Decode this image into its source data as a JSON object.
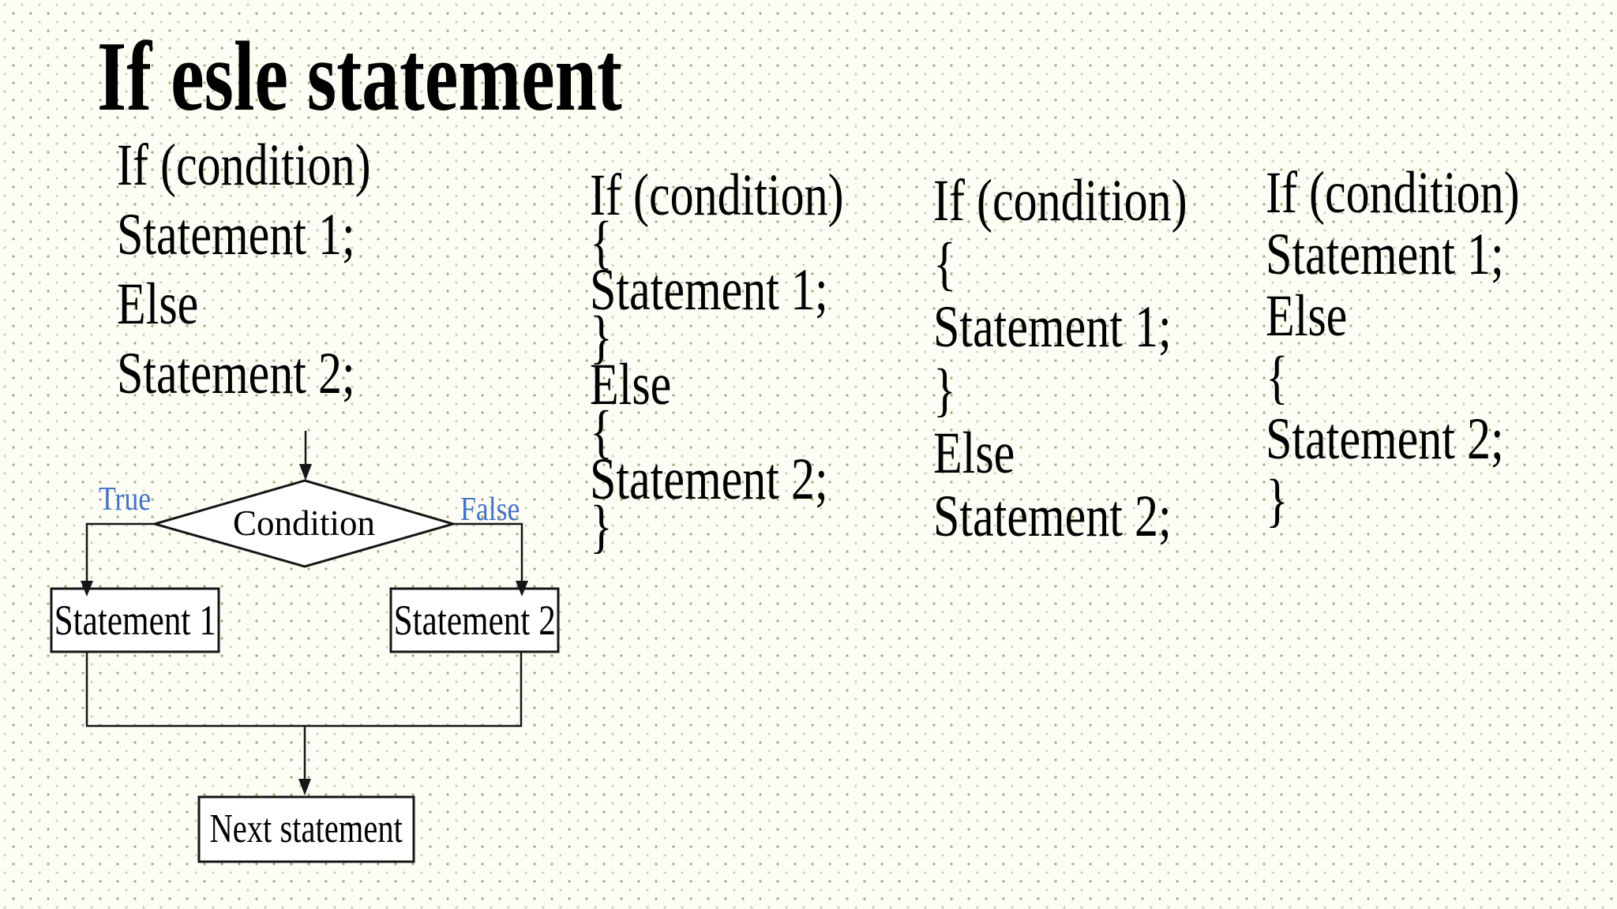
{
  "slide": {
    "title": "If esle statement"
  },
  "code_columns": [
    {
      "lines": [
        "If (condition)",
        "Statement 1;",
        "Else",
        "Statement 2;"
      ]
    },
    {
      "lines": [
        "If (condition)",
        "{",
        "Statement 1;",
        "}",
        "Else",
        "{",
        "Statement 2;",
        "}"
      ]
    },
    {
      "lines": [
        "If (condition)",
        "{",
        "Statement 1;",
        "}",
        "Else",
        "Statement 2;"
      ]
    },
    {
      "lines": [
        "If (condition)",
        "Statement 1;",
        "Else",
        "{",
        "Statement 2;",
        "}"
      ]
    }
  ],
  "flowchart": {
    "condition": "Condition",
    "true_branch": "True",
    "false_branch": "False",
    "statement1": "Statement 1",
    "statement2": "Statement 2",
    "next": "Next statement",
    "branch_label_color": "#4472c4",
    "line_color": "#151515",
    "shape_fill": "#ffffff"
  },
  "background": {
    "base_color": "#fdfdf6",
    "dot_color_primary": "#a8a87a",
    "dot_color_secondary": "#ccd2b8"
  }
}
